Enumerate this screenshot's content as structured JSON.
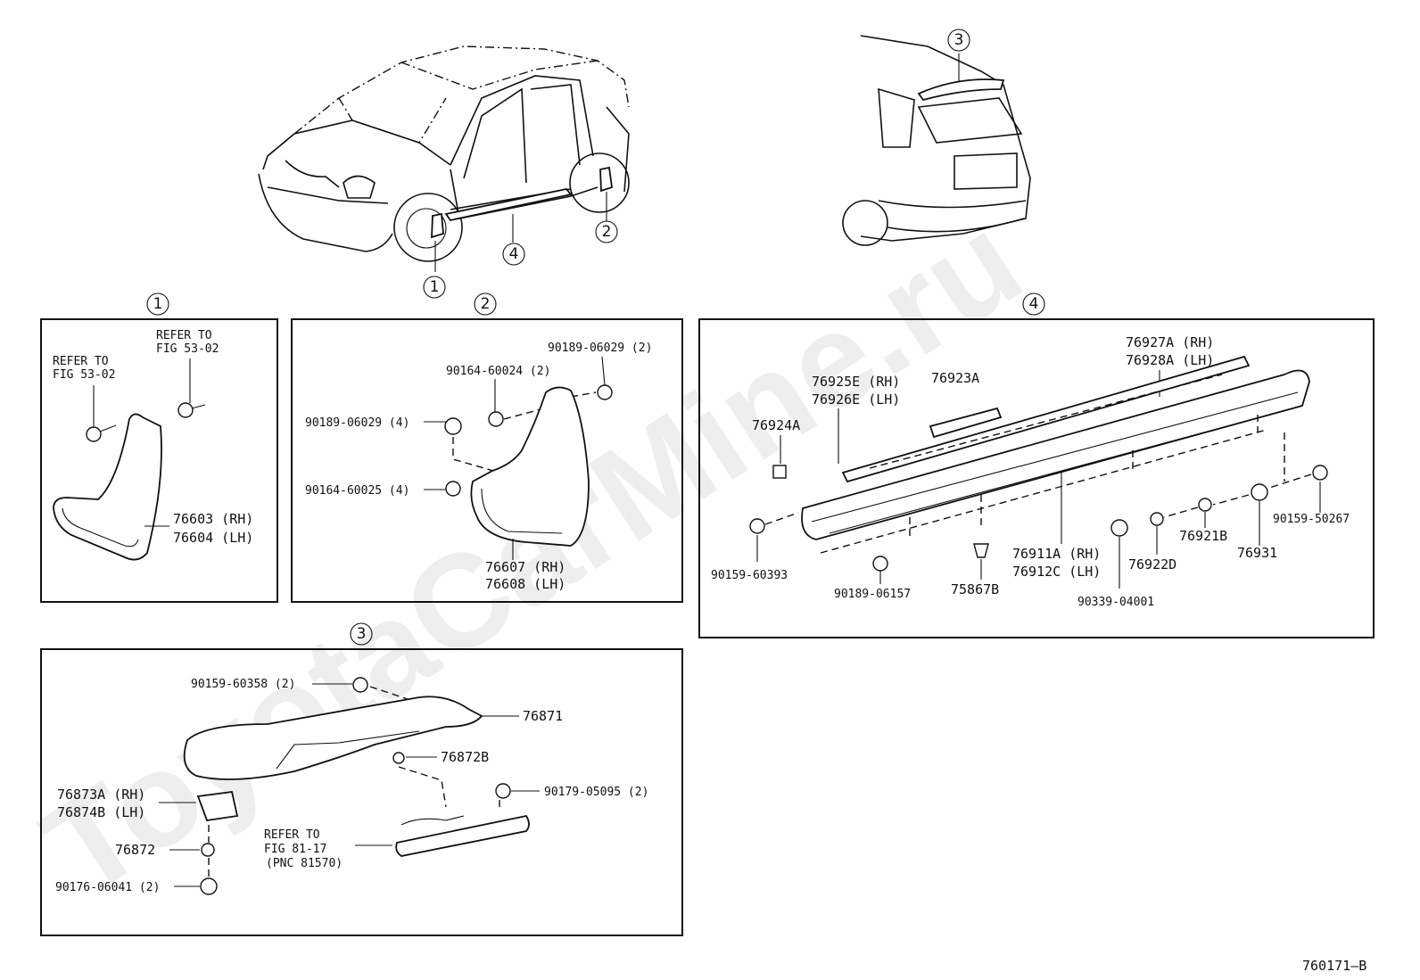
{
  "watermark": "ToyotaCarMine.ru",
  "figure_id": "760171–B",
  "overview": {
    "callout_1": "1",
    "callout_2": "2",
    "callout_3": "3",
    "callout_4": "4"
  },
  "panel1": {
    "number": "1",
    "refer_left_1": "REFER TO",
    "refer_left_2": "FIG 53-02",
    "refer_right_1": "REFER TO",
    "refer_right_2": "FIG 53-02",
    "part_rh": "76603 (RH)",
    "part_lh": "76604 (LH)"
  },
  "panel2": {
    "number": "2",
    "p1": "90189-06029 (2)",
    "p2": "90164-60024 (2)",
    "p3": "90189-06029 (4)",
    "p4": "90164-60025 (4)",
    "part_rh": "76607 (RH)",
    "part_lh": "76608 (LH)"
  },
  "panel3": {
    "number": "3",
    "p1": "90159-60358 (2)",
    "p2": "76871",
    "p3": "76872B",
    "p4": "90179-05095 (2)",
    "p5": "76873A (RH)",
    "p6": "76874B (LH)",
    "p7": "76872",
    "p8": "90176-06041 (2)",
    "refer_1": "REFER TO",
    "refer_2": "FIG 81-17",
    "refer_3": "(PNC 81570)"
  },
  "panel4": {
    "number": "4",
    "p1": "76927A (RH)",
    "p2": "76928A (LH)",
    "p3": "76925E (RH)",
    "p4": "76926E (LH)",
    "p5": "76923A",
    "p6": "76924A",
    "p7": "90159-50267",
    "p8": "76921B",
    "p9": "76931",
    "p10": "76922D",
    "p11": "76911A (RH)",
    "p12": "76912C (LH)",
    "p13": "90159-60393",
    "p14": "90189-06157",
    "p15": "75867B",
    "p16": "90339-04001"
  }
}
